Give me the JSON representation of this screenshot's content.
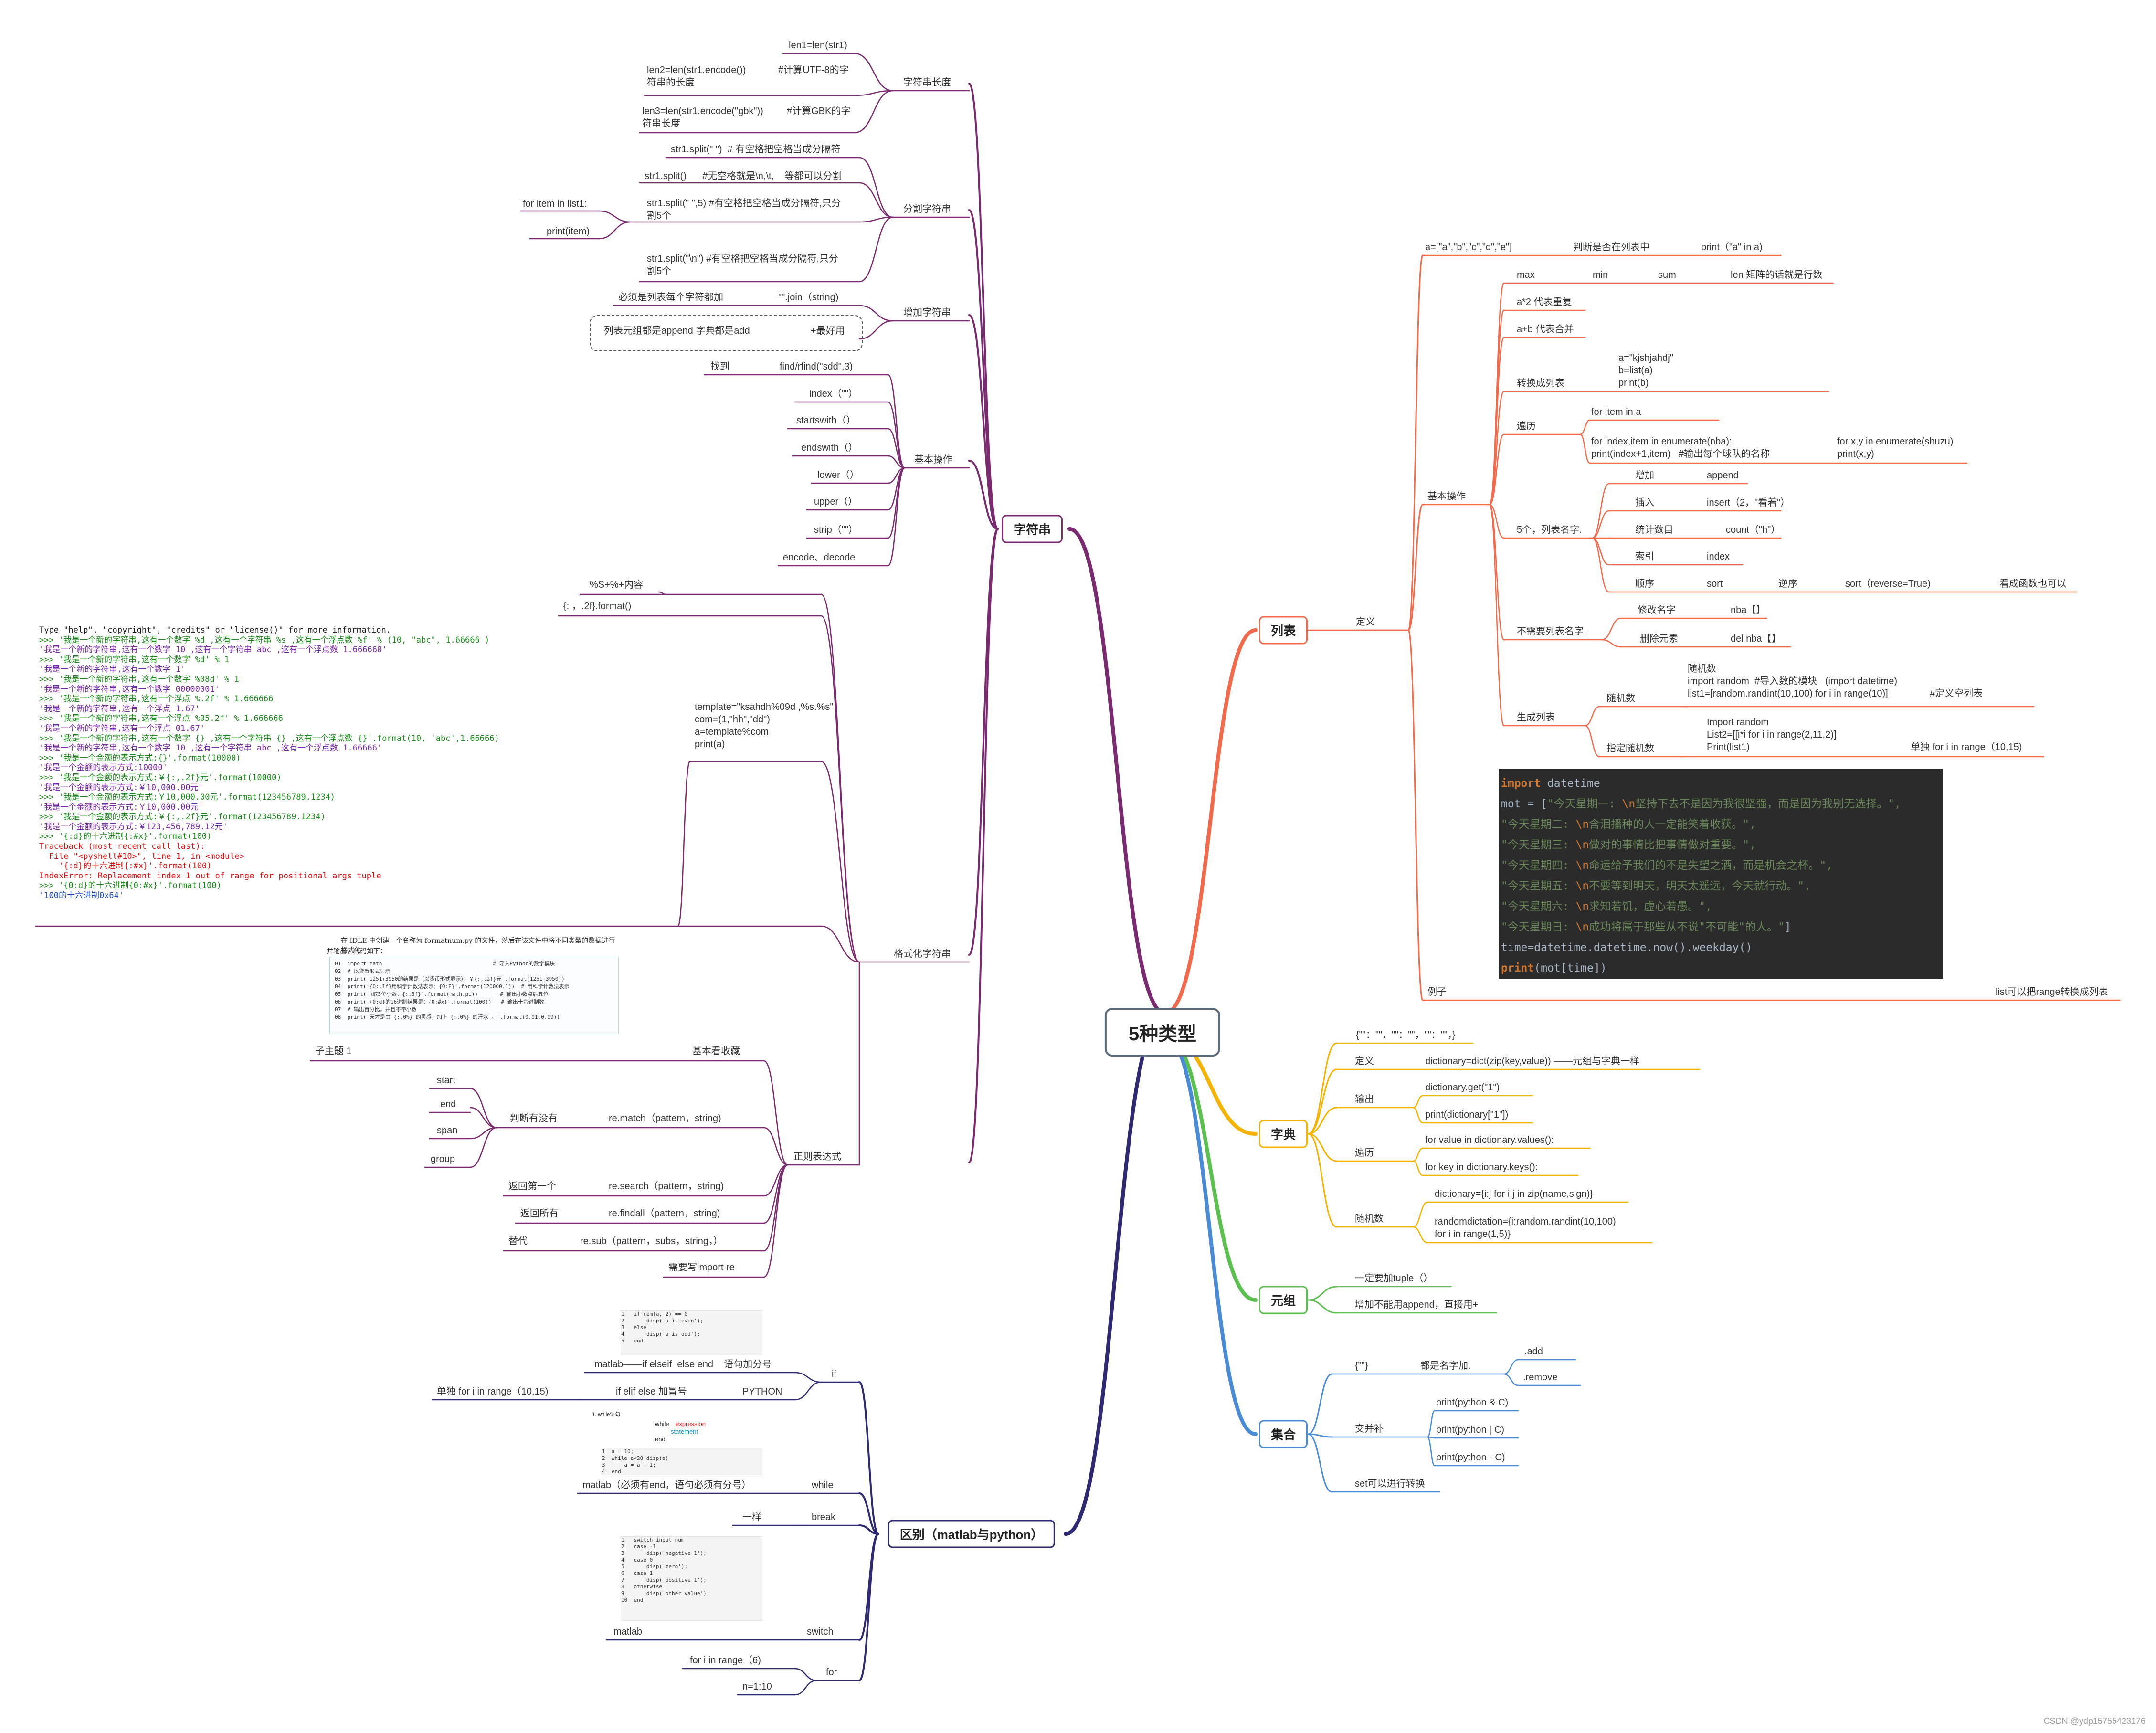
{
  "root": "5种类型",
  "colors": {
    "list": "#f26a4b",
    "dict": "#f5b300",
    "tuple": "#5cc050",
    "set": "#4a8bd6",
    "diff": "#2d2a72",
    "fmt": "#7a2a6e",
    "str": "#7a2a6e",
    "root_border": "#5c6b7a"
  },
  "categories": {
    "str": "字符串",
    "list": "列表",
    "dict": "字典",
    "tuple": "元组",
    "set": "集合",
    "diff": "区别（matlab与python）"
  },
  "watermark": "CSDN @ydp15755423176",
  "labels": {
    "s_len": "字符串长度",
    "s_len1": "len1=len(str1)",
    "s_len2a": "len2=len(str1.encode())",
    "s_len2b": "#计算UTF-8的字",
    "s_len2c": "符串的长度",
    "s_len3a": "len3=len(str1.encode(\"gbk\"))",
    "s_len3b": "#计算GBK的字",
    "s_len3c": "符串长度",
    "s_split": "分割字符串",
    "s_sp1": "str1.split(\" \")  # 有空格把空格当成分隔符",
    "s_sp2": "str1.split()      #无空格就是\\n,\\t,    等都可以分割",
    "s_sp3a": "str1.split(\" \",5) #有空格把空格当成分隔符,只分",
    "s_sp3b": "割5个",
    "s_for": "for item in list1:",
    "s_print": "print(item)",
    "s_sp4a": "str1.split(\"\\n\") #有空格把空格当成分隔符,只分",
    "s_sp4b": "割5个",
    "s_add": "增加字符串",
    "s_add1a": "必须是列表每个字符都加",
    "s_add1b": "\"\".join（string)",
    "s_add2a": "列表元组都是append 字典都是add",
    "s_add2b": "+最好用",
    "s_basic": "基本操作",
    "s_find1": "找到",
    "s_find2": "find/rfind(\"sdd\",3)",
    "s_index": "index（\"\"）",
    "s_sw": "startswith（）",
    "s_ew": "endswith（）",
    "s_lower": "lower（）",
    "s_upper": "upper（）",
    "s_strip": "strip（\"\"）",
    "s_enc": "encode、decode",
    "f_fmt": "格式化字符串",
    "f_1": "%S+%+内容",
    "f_2": "{: ，.2f}.format()",
    "f_3a": "template=\"ksahdh%09d ,%s.%s\"",
    "f_3b": "com=(1,\"hh\",\"dd\")",
    "f_3c": "a=template%com",
    "f_3d": "print(a)",
    "r_re": "正则表达式",
    "r_basic": "基本看收藏",
    "r_sub1": "子主题 1",
    "r_judge": "判断有没有",
    "r_match": "re.match（pattern，string)",
    "r_start": "start",
    "r_end": "end",
    "r_span": "span",
    "r_group": "group",
    "r_first": "返回第一个",
    "r_search": "re.search（pattern，string)",
    "r_all": "返回所有",
    "r_findall": "re.findall（pattern，string)",
    "r_replace": "替代",
    "r_sub": "re.sub（pattern，subs，string，）",
    "r_import": "需要写import re",
    "l_def": "定义",
    "l_a": "a=[\"a\",\"b\",\"c\",\"d\",\"e\"]",
    "l_in": "判断是否在列表中",
    "l_inp": "print（\"a\" in a)",
    "l_basic": "基本操作",
    "l_max": "max",
    "l_min": "min",
    "l_sum": "sum",
    "l_len": "len 矩阵的话就是行数",
    "l_mul": "a*2 代表重复",
    "l_plus": "a+b 代表合并",
    "l_conv": "转换成列表",
    "l_conv1": "a=\"kjshjahdj\"",
    "l_conv2": "b=list(a)",
    "l_conv3": "print(b)",
    "l_iter": "遍历",
    "l_it1": "for item in a",
    "l_it2a": "for index,item in enumerate(nba):",
    "l_it2b": "print(index+1,item)   #输出每个球队的名称",
    "l_it3a": "for x,y in enumerate(shuzu)",
    "l_it3b": "print(x,y)",
    "l_five": "5个，列表名字.",
    "l_inc": "增加",
    "l_app": "append",
    "l_ins": "插入",
    "l_insv": "insert（2，\"看着\"）",
    "l_cnt": "统计数目",
    "l_cntv": "count（\"h\"）",
    "l_idx": "索引",
    "l_idxv": "index",
    "l_ord": "顺序",
    "l_sort": "sort",
    "l_rev": "逆序",
    "l_sortr": "sort（reverse=True)",
    "l_more": "看成函数也可以",
    "l_noname": "不需要列表名字.",
    "l_mod": "修改名字",
    "l_modv": "nba【】",
    "l_del": "删除元素",
    "l_delv": "del nba【】",
    "l_gen": "生成列表",
    "l_rand": "随机数",
    "l_r1": "随机数",
    "l_r2": "import random  #导入数的模块   (import datetime)",
    "l_r3": "list1=[random.randint(10,100) for i in range(10)]",
    "l_r3b": "#定义空列表",
    "l_rand2": "指定随机数",
    "l_r4": "Import random",
    "l_r5": "List2=[[i*i for i in range(2,11,2)]",
    "l_r6": "Print(list1)",
    "l_r7": "单独 for i in range（10,15)",
    "l_ex": "例子",
    "l_exr": "list可以把range转换成列表",
    "d_1": "{\"\"：\"\"，\"\"：\"\"，\"\"：\"\"，}",
    "d_def": "定义",
    "d_defv": "dictionary=dict(zip(key,value)) ——元组与字典一样",
    "d_out": "输出",
    "d_out1": "dictionary.get(\"1\")",
    "d_out2": "print(dictionary[\"1\"])",
    "d_iter": "遍历",
    "d_it1": "for value in dictionary.values():",
    "d_it2": "for key in dictionary.keys():",
    "d_rand": "随机数",
    "d_r1": "dictionary={i:j for i,j in zip(name,sign)}",
    "d_r2a": "randomdictation={i:random.randint(10,100)",
    "d_r2b": "for i in range(1,5)}",
    "t_1": "一定要加tuple（）",
    "t_2": "增加不能用append，直接用+",
    "e_1": "{\"\"}",
    "e_name": "都是名字加.",
    "e_add": ".add",
    "e_rem": ".remove",
    "e_cross": "交并补",
    "e_c1": "print(python & C)",
    "e_c2": "print(python | C)",
    "e_c3": "print(python - C)",
    "e_conv": "set可以进行转换",
    "x_if": "if",
    "x_if1": "matlab——if elseif  else end    语句加分号",
    "x_if2": "if elif else 加冒号",
    "x_py": "PYTHON",
    "x_for1": "单独 for i in range（10,15)",
    "x_while": "while",
    "x_wh1": "matlab（必须有end，语句必须有分号）",
    "x_break": "break",
    "x_same": "一样",
    "x_switch": "switch",
    "x_matlab": "matlab",
    "x_for": "for",
    "x_for2": "for i in range（6)",
    "x_for3": "n=1:10"
  },
  "code_lines": [
    [
      [
        "kw",
        "import"
      ],
      [
        "id",
        " datetime"
      ]
    ],
    [
      [
        "id",
        "mot = ["
      ],
      [
        "str",
        "\"今天星期一: "
      ],
      [
        "esc",
        "\\n"
      ],
      [
        "str",
        "坚持下去不是因为我很坚强，而是因为我别无选择。\","
      ]
    ],
    [
      [
        "str",
        "\"今天星期二: "
      ],
      [
        "esc",
        "\\n"
      ],
      [
        "str",
        "含泪播种的人一定能笑着收获。\","
      ]
    ],
    [
      [
        "str",
        "\"今天星期三: "
      ],
      [
        "esc",
        "\\n"
      ],
      [
        "str",
        "做对的事情比把事情做对重要。\","
      ]
    ],
    [
      [
        "str",
        "\"今天星期四: "
      ],
      [
        "esc",
        "\\n"
      ],
      [
        "str",
        "命运给予我们的不是失望之酒，而是机会之杯。\","
      ]
    ],
    [
      [
        "str",
        "\"今天星期五: "
      ],
      [
        "esc",
        "\\n"
      ],
      [
        "str",
        "不要等到明天，明天太遥远，今天就行动。\","
      ]
    ],
    [
      [
        "str",
        "\"今天星期六: "
      ],
      [
        "esc",
        "\\n"
      ],
      [
        "str",
        "求知若饥，虚心若愚。\","
      ]
    ],
    [
      [
        "str",
        "\"今天星期日: "
      ],
      [
        "esc",
        "\\n"
      ],
      [
        "str",
        "成功将属于那些从不说\"不可能\"的人。\""
      ],
      [
        "id",
        "]"
      ]
    ],
    [
      [
        "id",
        "time=datetime.datetime.now().weekday()"
      ]
    ],
    [
      [
        "kw",
        "print"
      ],
      [
        "id",
        "(mot[time])"
      ]
    ]
  ],
  "idle_lines": [
    [
      "ib",
      "Type \"help\", \"copyright\", \"credits\" or \"license()\" for more information."
    ],
    [
      "ig",
      ">>> '我是一个新的字符串,这有一个数字 %d ,这有一个字符串 %s ,这有一个浮点数 %f' % (10, \"abc\", 1.66666 )"
    ],
    [
      "ip",
      "'我是一个新的字符串,这有一个数字 10 ,这有一个字符串 abc ,这有一个浮点数 1.666660'"
    ],
    [
      "ig",
      ">>> '我是一个新的字符串,这有一个数字 %d' % 1"
    ],
    [
      "ip",
      "'我是一个新的字符串,这有一个数字 1'"
    ],
    [
      "ig",
      ">>> '我是一个新的字符串,这有一个数字 %08d' % 1"
    ],
    [
      "ip",
      "'我是一个新的字符串,这有一个数字 00000001'"
    ],
    [
      "ig",
      ">>> '我是一个新的字符串,这有一个浮点 %.2f' % 1.666666"
    ],
    [
      "ip",
      "'我是一个新的字符串,这有一个浮点 1.67'"
    ],
    [
      "ig",
      ">>> '我是一个新的字符串,这有一个浮点 %05.2f' % 1.666666"
    ],
    [
      "ip",
      "'我是一个新的字符串,这有一个浮点 01.67'"
    ],
    [
      "ig",
      ">>> '我是一个新的字符串,这有一个数字 {} ,这有一个字符串 {} ,这有一个浮点数 {}'.format(10, 'abc',1.66666)"
    ],
    [
      "ip",
      "'我是一个新的字符串,这有一个数字 10 ,这有一个字符串 abc ,这有一个浮点数 1.66666'"
    ],
    [
      "ig",
      ">>> '我是一个金额的表示方式:{}'.format(10000)"
    ],
    [
      "ip",
      "'我是一个金额的表示方式:10000'"
    ],
    [
      "ig",
      ">>> '我是一个金额的表示方式:￥{:,.2f}元'.format(10000)"
    ],
    [
      "ip",
      "'我是一个金额的表示方式:￥10,000.00元'"
    ],
    [
      "ig",
      ">>> '我是一个金额的表示方式:￥10,000.00元'.format(123456789.1234)"
    ],
    [
      "ip",
      "'我是一个金额的表示方式:￥10,000.00元'"
    ],
    [
      "ig",
      ">>> '我是一个金额的表示方式:￥{:,.2f}元'.format(123456789.1234)"
    ],
    [
      "ip",
      "'我是一个金额的表示方式:￥123,456,789.12元'"
    ],
    [
      "ig",
      ">>> '{:d}的十六进制{:#x}'.format(100)"
    ],
    [
      "ir",
      "Traceback (most recent call last):"
    ],
    [
      "ir",
      "  File \"<pyshell#10>\", line 1, in <module>"
    ],
    [
      "ir",
      "    '{:d}的十六进制{:#x}'.format(100)"
    ],
    [
      "ir",
      "IndexError: Replacement index 1 out of range for positional args tuple"
    ],
    [
      "ig",
      ">>> '{0:d}的十六进制{0:#x}'.format(100)"
    ],
    [
      "ibl",
      "'100的十六进制0x64'"
    ]
  ],
  "snippet": {
    "title": "在 IDLE 中创建一个名称为 formatnum.py 的文件，然后在该文件中将不同类型的数据进行格式化",
    "title2": "并输出，代码如下：",
    "lines": [
      "01  import math                                   # 导入Python的数学模块",
      "02  # 以货币形式显示",
      "03  print('1251+3950的结果是（以货币形式显示）：￥{:,.2f}元'.format(1251+3950))",
      "04  print('{0:.1f}用科学计数法表示：{0:E}'.format(120000.1))  # 用科学计数法表示",
      "05  print('π取5位小数：{:.5f}'.format(math.pi))       # 输出小数点后五位",
      "06  print('{0:d}的16进制结果是：{0:#x}'.format(100))   # 输出十六进制数",
      "07  # 输出百分比，并且不带小数",
      "08  print('天才是由 {:.0%} 的灵感，加上 {:.0%} 的汗水 。'.format(0.01,0.99))"
    ]
  },
  "thumbs": {
    "if_lines": [
      "1   if rem(a, 2) == 0",
      "2       disp('a is even');",
      "3   else",
      "4       disp('a is odd');",
      "5   end"
    ],
    "while_title": "1. while语句",
    "while_kw": "while",
    "while_expr": "expression",
    "while_stmt": "statement",
    "while_end": "end",
    "while_code": [
      "1  a = 10;",
      "2  while a<20 disp(a)",
      "3      a = a + 1;",
      "4  end"
    ],
    "switch_lines": [
      "1   switch input_num",
      "2   case -1",
      "3       disp('negative 1');",
      "4   case 0",
      "5       disp('zero');",
      "6   case 1",
      "7       disp('positive 1');",
      "8   otherwise",
      "9       disp('other value');",
      "10  end"
    ]
  }
}
